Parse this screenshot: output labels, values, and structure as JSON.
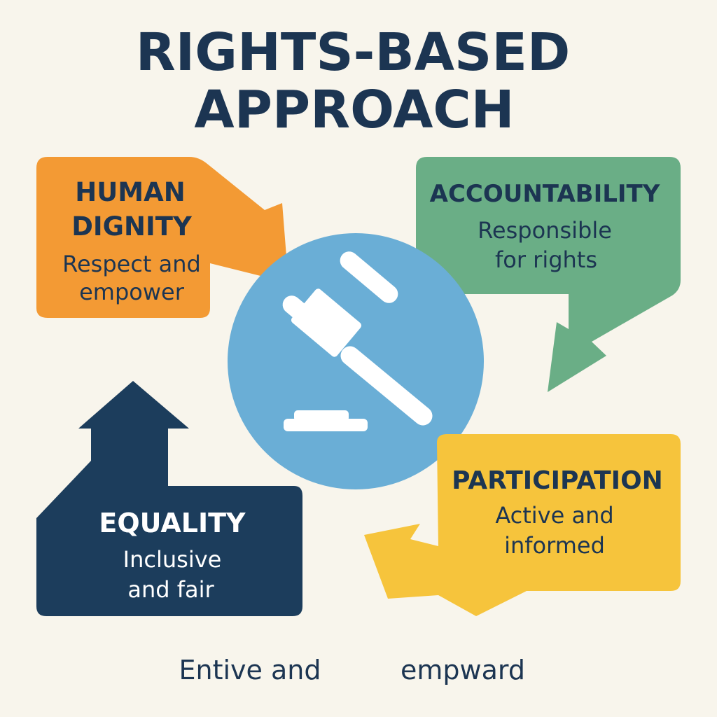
{
  "title": {
    "line1": "RIGHTS-BASED",
    "line2": "APPROACH"
  },
  "center": {
    "icon": "gavel-icon",
    "color": "#6aaed6"
  },
  "cards": {
    "human_dignity": {
      "heading_line1": "HUMAN",
      "heading_line2": "DIGNITY",
      "text_line1": "Respect and",
      "text_line2": "empower",
      "color": "#f39a34"
    },
    "accountability": {
      "heading": "ACCOUNTABILITY",
      "text_line1": "Responsible",
      "text_line2": "for rights",
      "color": "#6aae86"
    },
    "equality": {
      "heading": "EQUALITY",
      "text_line1": "Inclusive",
      "text_line2": "and fair",
      "color": "#1c3d5c"
    },
    "participation": {
      "heading": "PARTICIPATION",
      "text_line1": "Active and",
      "text_line2": "informed",
      "color": "#f6c43c"
    }
  },
  "footer": {
    "left": "Entive and",
    "right": "empward"
  }
}
